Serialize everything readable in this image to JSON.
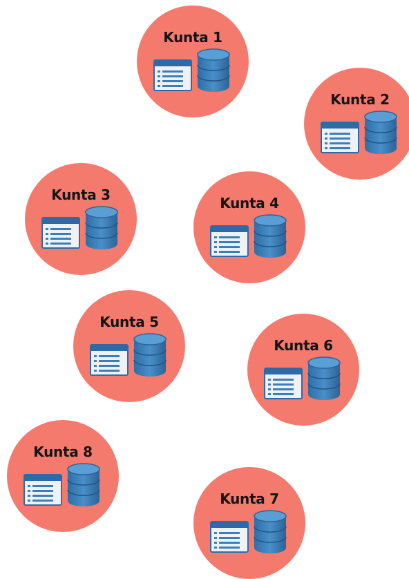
{
  "colors": {
    "node_fill": "#f47a6e",
    "database": "#3b7fb8",
    "window_frame": "#2f6aa8",
    "window_body": "#eef2f7"
  },
  "icons": [
    "app-window-icon",
    "database-icon"
  ],
  "nodes": [
    {
      "label": "Kunta 1"
    },
    {
      "label": "Kunta 2"
    },
    {
      "label": "Kunta 3"
    },
    {
      "label": "Kunta 4"
    },
    {
      "label": "Kunta 5"
    },
    {
      "label": "Kunta 6"
    },
    {
      "label": "Kunta 7"
    },
    {
      "label": "Kunta 8"
    }
  ]
}
